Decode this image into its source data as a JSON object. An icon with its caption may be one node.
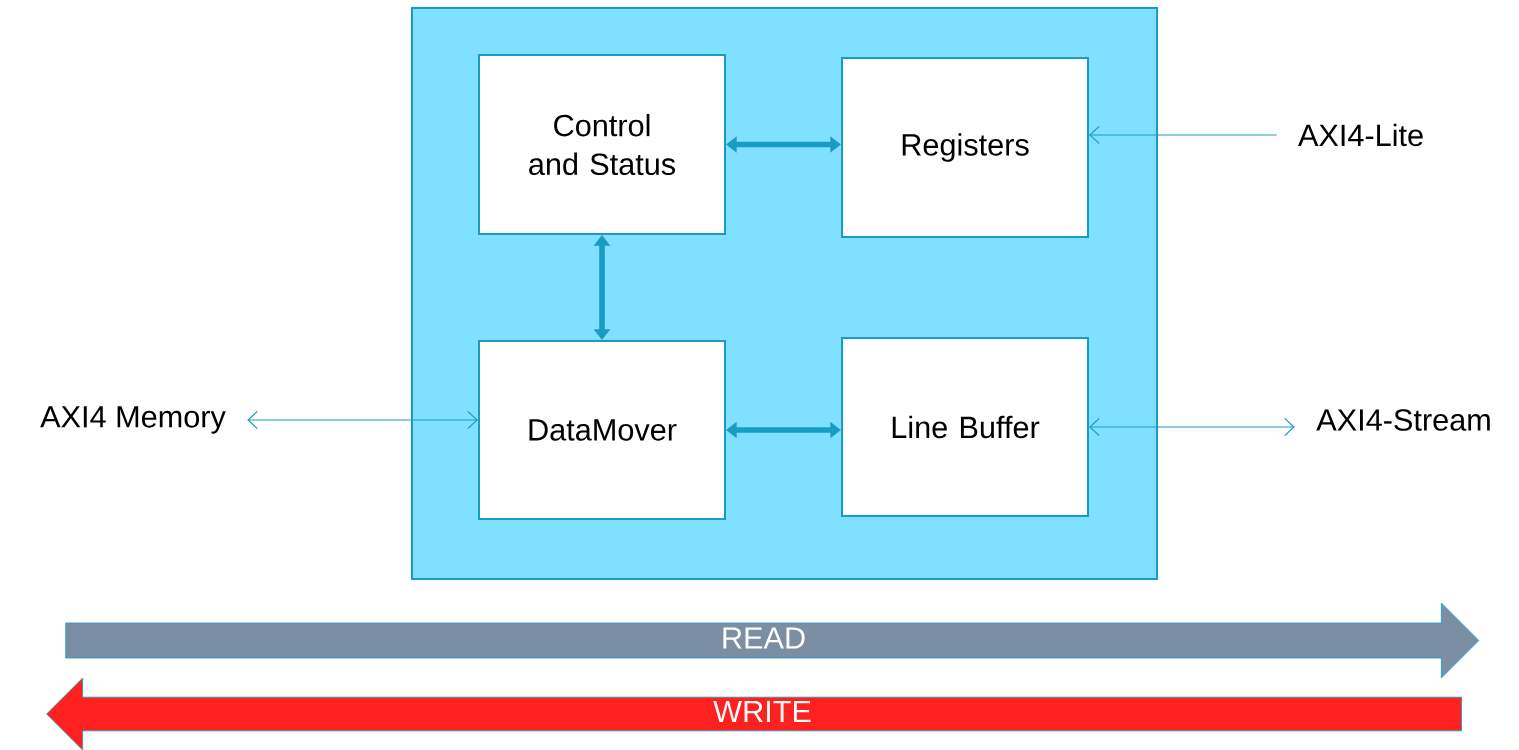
{
  "diagram": {
    "nodes": [
      {
        "text": [],
        "shape": "box"
      },
      {
        "text": [
          "Control and Status"
        ],
        "in": 0
      },
      {
        "text": [
          "Registers"
        ],
        "in": 0
      },
      {
        "text": [
          "DataMover"
        ],
        "in": 0
      },
      {
        "text": [
          "Line Buffer"
        ],
        "in": 0
      },
      {
        "text": [
          "AXI4-Lite"
        ]
      },
      {
        "text": [
          "AXI4 Memory"
        ]
      },
      {
        "text": [
          "AXI4-Stream"
        ]
      },
      {
        "text": [
          "READ"
        ]
      },
      {
        "text": [
          "WRITE"
        ]
      }
    ],
    "edges": [
      {
        "from": 1,
        "to": 2,
        "arrow": "both",
        "style": "thick"
      },
      {
        "from": 5,
        "to": 2,
        "arrow": "to"
      },
      {
        "from": 1,
        "to": 3,
        "arrow": "both",
        "style": "thick"
      },
      {
        "from": 6,
        "to": 3,
        "arrow": "both"
      },
      {
        "from": 3,
        "to": 4,
        "arrow": "both",
        "style": "thick"
      },
      {
        "from": 4,
        "to": 7,
        "arrow": "both"
      }
    ]
  }
}
